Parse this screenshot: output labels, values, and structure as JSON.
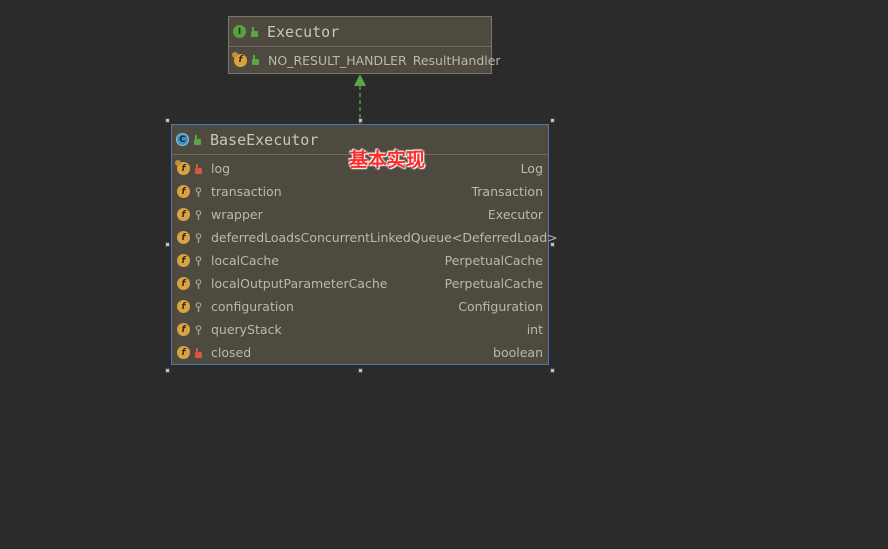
{
  "executor": {
    "title": "Executor",
    "fields": [
      {
        "name": "NO_RESULT_HANDLER",
        "type": "ResultHandler",
        "icon": "static-field-icon",
        "visibility": "public"
      }
    ]
  },
  "base_executor": {
    "title": "BaseExecutor",
    "fields": [
      {
        "name": "log",
        "type": "Log",
        "icon": "static-field-icon",
        "visibility": "private"
      },
      {
        "name": "transaction",
        "type": "Transaction",
        "icon": "field-icon",
        "visibility": "protected"
      },
      {
        "name": "wrapper",
        "type": "Executor",
        "icon": "field-icon",
        "visibility": "protected"
      },
      {
        "name": "deferredLoads",
        "type": "ConcurrentLinkedQueue<DeferredLoad>",
        "icon": "field-icon",
        "visibility": "protected"
      },
      {
        "name": "localCache",
        "type": "PerpetualCache",
        "icon": "field-icon",
        "visibility": "protected"
      },
      {
        "name": "localOutputParameterCache",
        "type": "PerpetualCache",
        "icon": "field-icon",
        "visibility": "protected"
      },
      {
        "name": "configuration",
        "type": "Configuration",
        "icon": "field-icon",
        "visibility": "protected"
      },
      {
        "name": "queryStack",
        "type": "int",
        "icon": "field-icon",
        "visibility": "protected"
      },
      {
        "name": "closed",
        "type": "boolean",
        "icon": "field-icon",
        "visibility": "private"
      }
    ]
  },
  "annotation": "基本实现",
  "colors": {
    "background": "#2b2b2b",
    "node": "#4e4a3f",
    "arrow": "#5aa646",
    "annotation": "#ff2a2a"
  }
}
